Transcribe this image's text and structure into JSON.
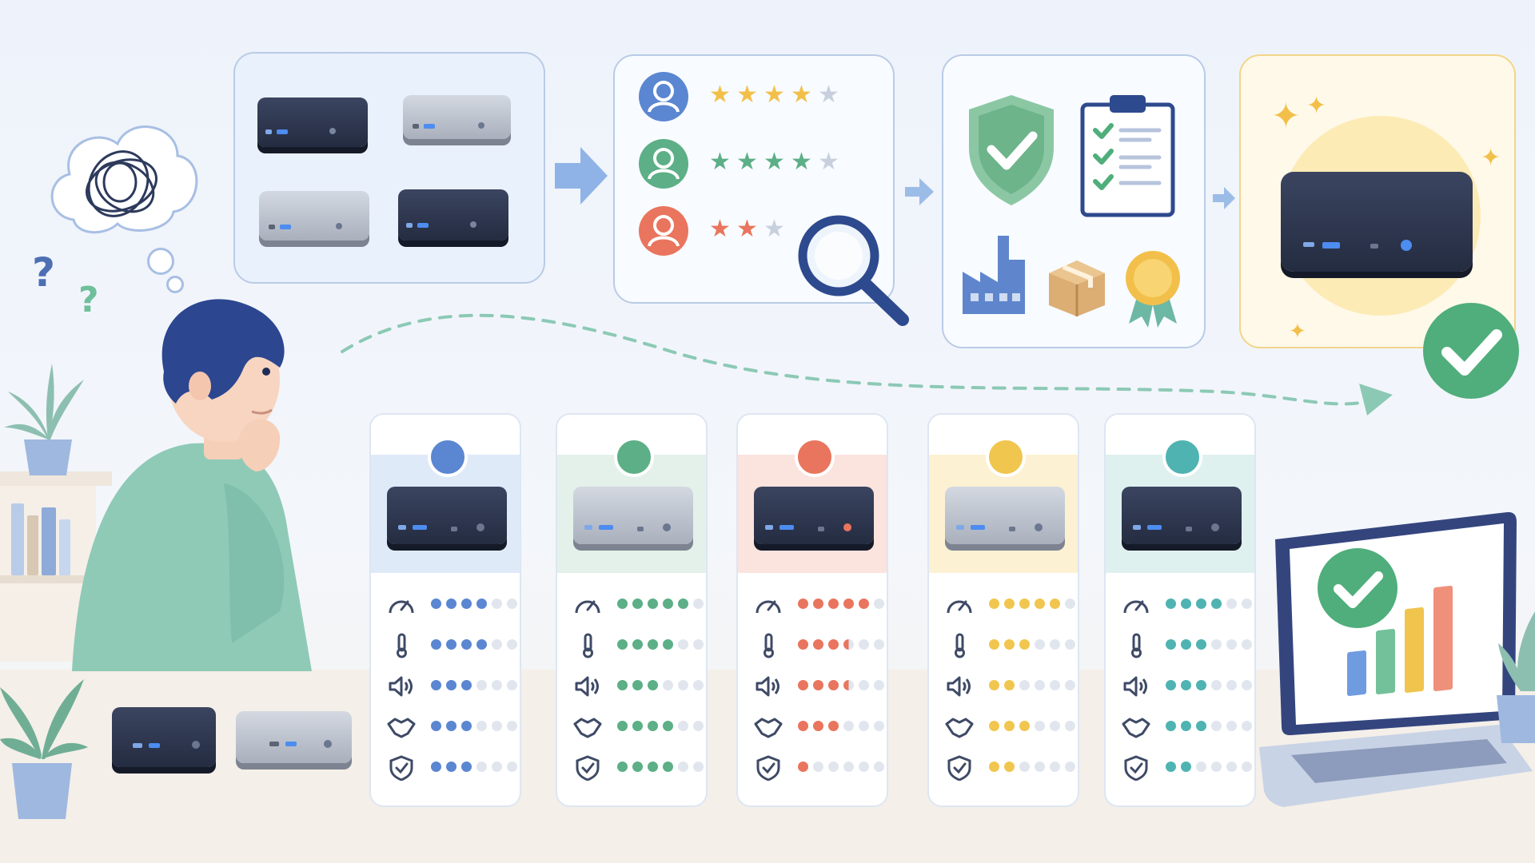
{
  "colors": {
    "blue": "#5b86d1",
    "green": "#5caf86",
    "red": "#e9755e",
    "yellow": "#f1c64e",
    "teal": "#4fb3b2",
    "empty": "#e1e6ee",
    "accent_check": "#4fae7b"
  },
  "reviews": [
    {
      "icon": "user-icon",
      "color": "#5b86d1",
      "stars": 5,
      "filled": 4
    },
    {
      "icon": "user-icon",
      "color": "#5caf86",
      "stars": 5,
      "filled": 4
    },
    {
      "icon": "user-icon",
      "color": "#e9755e",
      "stars": 3,
      "filled": 2
    }
  ],
  "checklist_items": 3,
  "metric_icons": [
    "speedometer-icon",
    "thermometer-icon",
    "speaker-icon",
    "handshake-icon",
    "shield-icon"
  ],
  "cards": [
    {
      "color": "#5b86d1",
      "tint": "#dfeaf9",
      "device": "dark",
      "ratings": [
        4,
        4,
        3,
        3,
        3
      ]
    },
    {
      "color": "#5caf86",
      "tint": "#e3f1ea",
      "device": "silver",
      "ratings": [
        5,
        4,
        3,
        4,
        4
      ]
    },
    {
      "color": "#e9755e",
      "tint": "#fbe3de",
      "device": "dark",
      "ratings": [
        5,
        3.5,
        3.5,
        3,
        1
      ]
    },
    {
      "color": "#f1c64e",
      "tint": "#fcf1d3",
      "device": "silver",
      "ratings": [
        5,
        3,
        2,
        3,
        2
      ]
    },
    {
      "color": "#4fb3b2",
      "tint": "#dff1ef",
      "device": "dark",
      "ratings": [
        4,
        3,
        3,
        3,
        2
      ]
    }
  ],
  "chart_bars": [
    {
      "color": "#6f9ce0",
      "value": 1
    },
    {
      "color": "#73c19a",
      "value": 2
    },
    {
      "color": "#f0c54e",
      "value": 3
    },
    {
      "color": "#ef907b",
      "value": 4
    }
  ]
}
